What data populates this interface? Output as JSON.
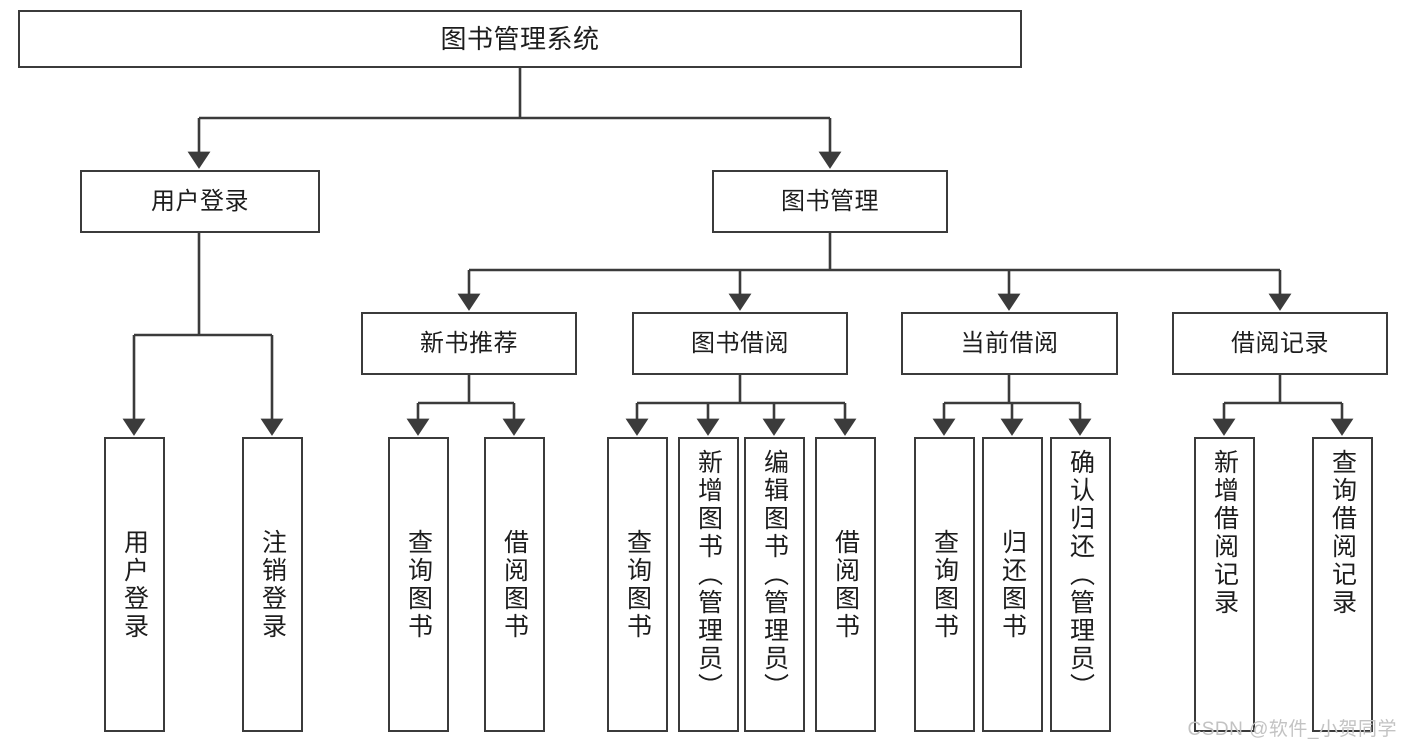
{
  "diagram": {
    "title": "图书管理系统",
    "type": "hierarchy-tree",
    "colors": {
      "node_border": "#3b3b3b",
      "node_fill": "#ffffff",
      "edge": "#3b3b3b",
      "text": "#1d1d1d",
      "watermark": "#c3c3c3",
      "background": "#ffffff"
    },
    "levels": {
      "root": {
        "label": "图书管理系统"
      },
      "level2": [
        {
          "label": "用户登录"
        },
        {
          "label": "图书管理"
        }
      ],
      "level3": [
        {
          "label": "新书推荐"
        },
        {
          "label": "图书借阅"
        },
        {
          "label": "当前借阅"
        },
        {
          "label": "借阅记录"
        }
      ],
      "leaves_user_login": [
        {
          "label": "用户登录"
        },
        {
          "label": "注销登录"
        }
      ],
      "leaves_new_book": [
        {
          "label": "查询图书"
        },
        {
          "label": "借阅图书"
        }
      ],
      "leaves_borrow": [
        {
          "label": "查询图书"
        },
        {
          "label": "新增图书（管理员）"
        },
        {
          "label": "编辑图书（管理员）"
        },
        {
          "label": "借阅图书"
        }
      ],
      "leaves_current": [
        {
          "label": "查询图书"
        },
        {
          "label": "归还图书"
        },
        {
          "label": "确认归还（管理员）"
        }
      ],
      "leaves_records": [
        {
          "label": "新增借阅记录"
        },
        {
          "label": "查询借阅记录"
        }
      ]
    },
    "watermark": "CSDN @软件_小贺同学"
  }
}
